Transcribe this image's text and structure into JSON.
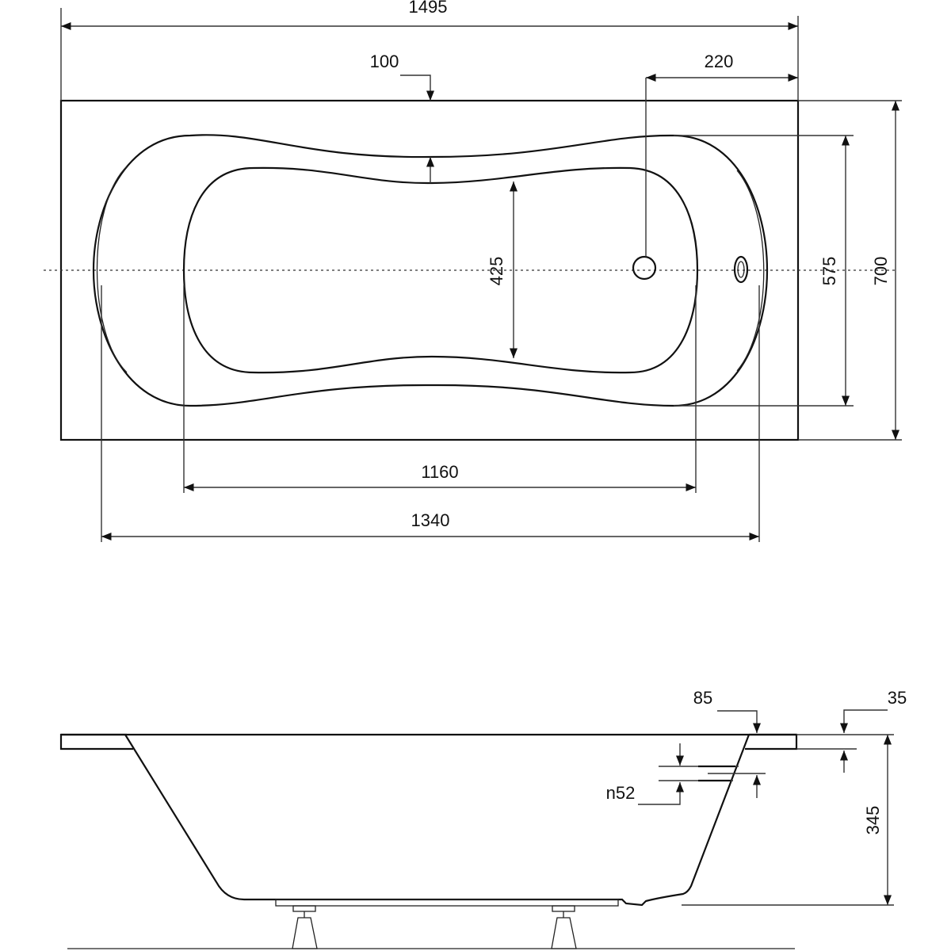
{
  "top_view": {
    "overall_length": "1495",
    "rim_width_label": "100",
    "drain_offset": "220",
    "inner_width": "425",
    "bowl_width": "575",
    "overall_width": "700",
    "inner_length": "1160",
    "bowl_length": "1340"
  },
  "side_view": {
    "rim_label": "85",
    "rim_thickness": "35",
    "overflow_label": "n52",
    "depth": "345"
  }
}
